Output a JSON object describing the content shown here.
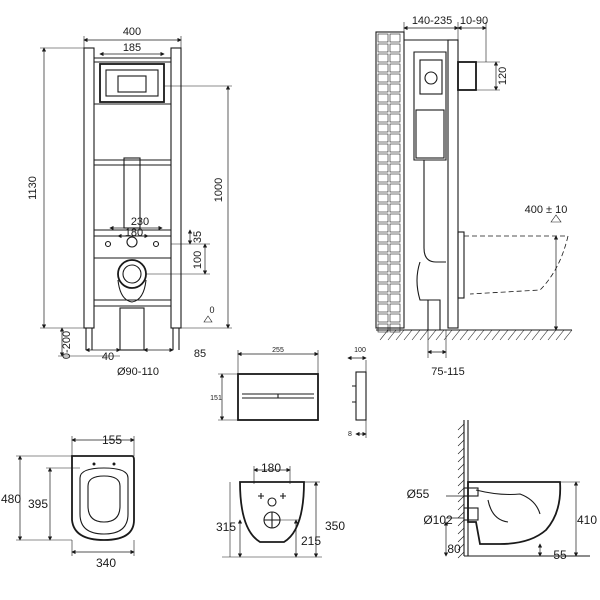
{
  "frame": {
    "width": "400",
    "button_width": "185",
    "height_total": "1130",
    "height_inner": "1000",
    "offset_230": "230",
    "offset_180": "180",
    "dim_35": "35",
    "dim_100": "100",
    "leg_range": "0-200",
    "dim_40": "40",
    "dim_85": "85",
    "drain": "Ø90-110",
    "zero": "0"
  },
  "side": {
    "depth": "140-235",
    "depth_b": "10-90",
    "dim_120": "120",
    "bowl_height": "400 ± 10",
    "bottom": "75-115"
  },
  "plate": {
    "width": "255",
    "height": "151",
    "depth": "100",
    "thickness": "8"
  },
  "bowl_top": {
    "width_top": "155",
    "length": "480",
    "inner": "395",
    "width": "340"
  },
  "bowl_back": {
    "spacing": "180",
    "h1": "315",
    "h2": "350",
    "h3": "215"
  },
  "bowl_side": {
    "d55": "Ø55",
    "d102": "Ø102",
    "height": "410",
    "d80": "80",
    "d55b": "55"
  }
}
